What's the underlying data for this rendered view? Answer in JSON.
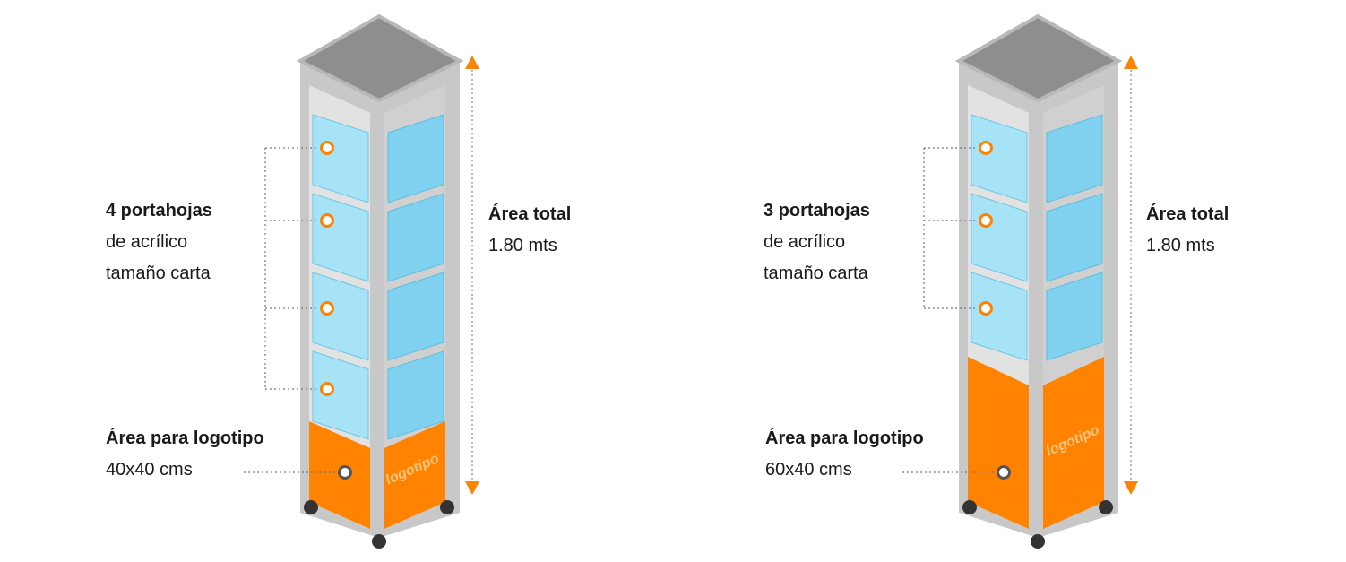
{
  "colors": {
    "frame": "#c8c8c8",
    "frame_dark": "#9d9d9d",
    "top": "#8e8e8e",
    "panel_front": "#a6e3f7",
    "panel_side": "#7fd1ef",
    "orange": "#ff8200",
    "wheel": "#333333"
  },
  "figures": [
    {
      "id": "left",
      "count_label": "4 portahojas",
      "desc_line1": "de acrílico",
      "desc_line2": "tamaño carta",
      "total_label": "Área total",
      "total_value": "1.80 mts",
      "logo_area_label": "Área para logotipo",
      "logo_area_size": "40x40 cms",
      "logo_text": "logotipo",
      "holders": 4
    },
    {
      "id": "right",
      "count_label": "3 portahojas",
      "desc_line1": "de acrílico",
      "desc_line2": "tamaño carta",
      "total_label": "Área total",
      "total_value": "1.80 mts",
      "logo_area_label": "Área para logotipo",
      "logo_area_size": "60x40 cms",
      "logo_text": "logotipo",
      "holders": 3
    }
  ]
}
